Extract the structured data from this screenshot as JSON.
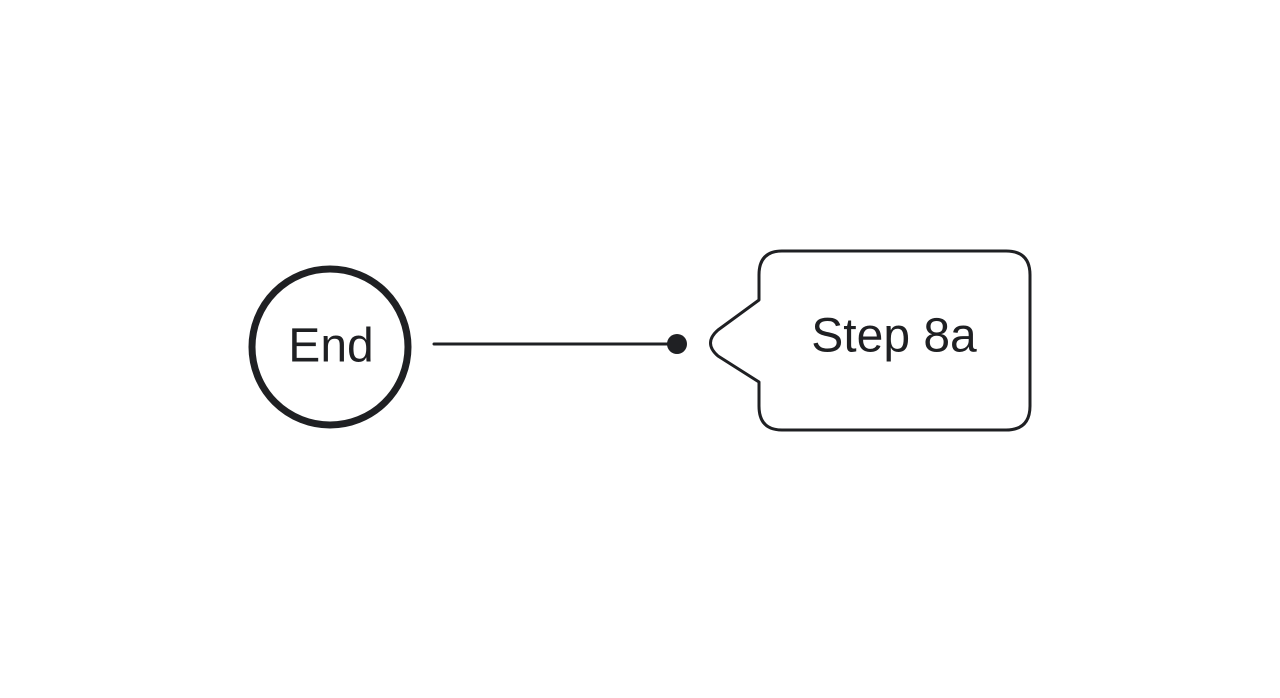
{
  "diagram": {
    "nodes": {
      "end": {
        "label": "End",
        "shape": "circle"
      },
      "step": {
        "label": "Step 8a",
        "shape": "callout"
      }
    },
    "connector": {
      "from": "end",
      "to": "step",
      "end_marker": "dot"
    },
    "colors": {
      "stroke": "#1f2023",
      "background": "#ffffff",
      "text": "#1f2023"
    }
  }
}
